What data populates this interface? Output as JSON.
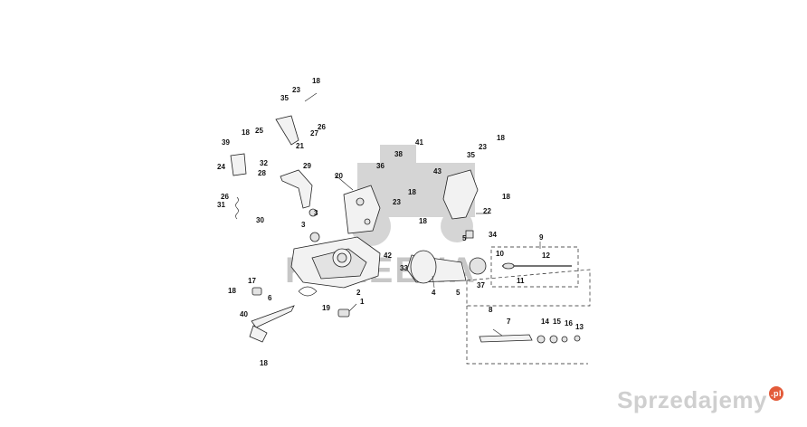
{
  "watermark": {
    "text": "KAREENA",
    "site": "Sprzedajemy",
    "tld": ".pl"
  },
  "callouts": [
    "1",
    "2",
    "3",
    "3",
    "4",
    "5",
    "5",
    "6",
    "7",
    "8",
    "9",
    "10",
    "11",
    "12",
    "13",
    "14",
    "15",
    "16",
    "17",
    "18",
    "18",
    "18",
    "18",
    "18",
    "18",
    "18",
    "18",
    "19",
    "20",
    "21",
    "22",
    "23",
    "23",
    "23",
    "24",
    "25",
    "26",
    "26",
    "27",
    "28",
    "29",
    "30",
    "31",
    "32",
    "33",
    "34",
    "35",
    "35",
    "36",
    "37",
    "38",
    "39",
    "40",
    "41",
    "42",
    "43"
  ]
}
